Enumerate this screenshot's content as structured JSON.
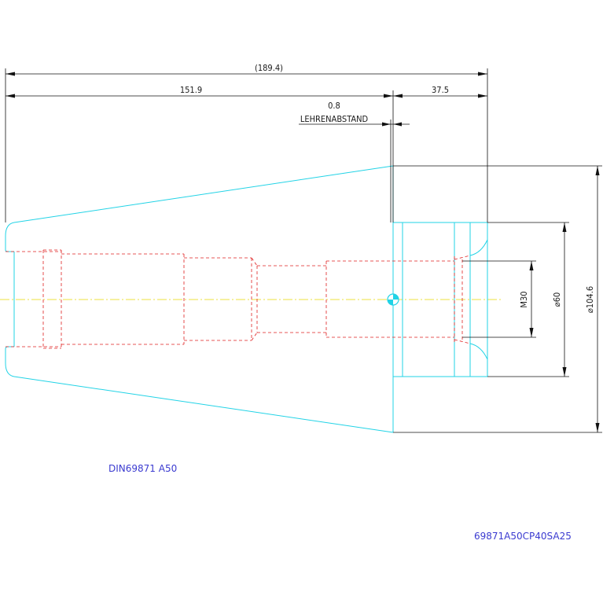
{
  "dimensions": {
    "overall_length": "(189.4)",
    "cone_length": "151.9",
    "head_length": "37.5",
    "gauge_offset_value": "0.8",
    "gauge_offset_label": "LEHRENABSTAND",
    "thread": "M30",
    "head_diameter": "⌀60",
    "flange_diameter": "⌀104.6"
  },
  "labels": {
    "standard": "DIN69871 A50",
    "part_number": "69871A50CP40SA25"
  },
  "colors": {
    "outline": "#22d3e6",
    "hidden": "#e02020",
    "centerline": "#e8d800",
    "dimension": "#111111",
    "label": "#3b3bd0"
  }
}
